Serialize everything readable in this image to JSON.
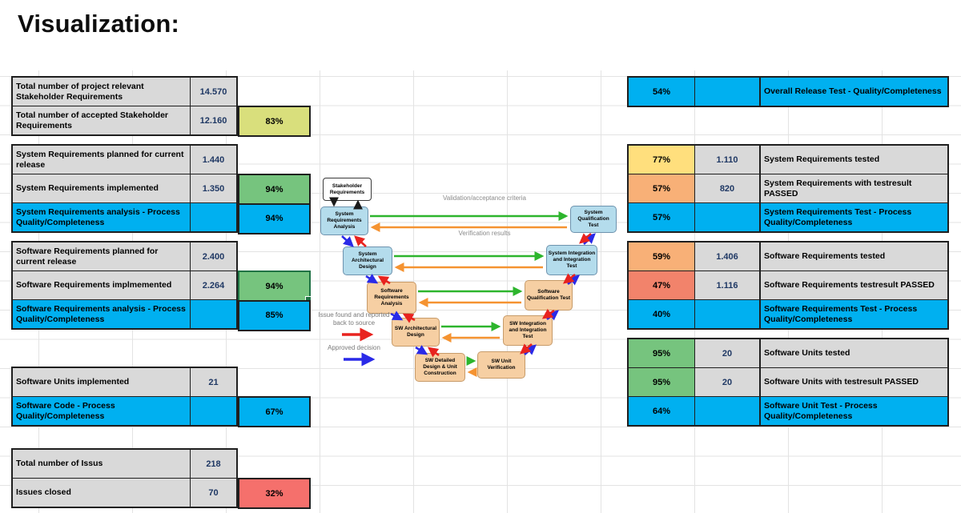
{
  "title": "Visualization:",
  "colors": {
    "cell_blue": "#00b0f0",
    "cell_green": "#76c47e",
    "cell_yellow_green": "#d9df7c",
    "cell_yellow": "#ffdf7d",
    "cell_orange": "#f8b077",
    "cell_salmon": "#f2836b",
    "cell_red": "#f5706c",
    "cell_grey": "#d9d9d9",
    "number_text": "#1f3864",
    "arrow_green": "#2db52d",
    "arrow_orange": "#f59331",
    "arrow_red": "#e8231f",
    "arrow_blue": "#2a2ae8",
    "box_blue": "#b4dcec",
    "box_tan": "#f6cfa3"
  },
  "left": {
    "rows": [
      {
        "label": "Total number of project relevant Stakeholder Requirements",
        "value": "14.570",
        "pct": ""
      },
      {
        "label": "Total number of accepted Stakeholder Requirements",
        "value": "12.160",
        "pct": "83%"
      },
      {
        "label": "System Requirements planned for current release",
        "value": "1.440",
        "pct": ""
      },
      {
        "label": "System Requirements implemented",
        "value": "1.350",
        "pct": "94%"
      },
      {
        "label": "System Requirements analysis - Process Quality/Completeness",
        "value": "",
        "pct": "94%"
      },
      {
        "label": "Software Requirements planned for current release",
        "value": "2.400",
        "pct": ""
      },
      {
        "label": "Software Requirements implmemented",
        "value": "2.264",
        "pct": "94%"
      },
      {
        "label": "Software Requirements analysis - Process Quality/Completeness",
        "value": "",
        "pct": "85%"
      },
      {
        "label": "Software Units implemented",
        "value": "21",
        "pct": ""
      },
      {
        "label": "Software Code - Process Quality/Completeness",
        "value": "",
        "pct": "67%"
      },
      {
        "label": "Total number of Issus",
        "value": "218",
        "pct": ""
      },
      {
        "label": "Issues closed",
        "value": "70",
        "pct": "32%"
      }
    ]
  },
  "right": {
    "rows": [
      {
        "pct": "54%",
        "value": "",
        "label": "Overall Release Test - Quality/Completeness"
      },
      {
        "pct": "77%",
        "value": "1.110",
        "label": "System Requirements tested"
      },
      {
        "pct": "57%",
        "value": "820",
        "label": "System Requirements with testresult PASSED"
      },
      {
        "pct": "57%",
        "value": "",
        "label": "System Requirements Test - Process Quality/Completeness"
      },
      {
        "pct": "59%",
        "value": "1.406",
        "label": "Software Requirements tested"
      },
      {
        "pct": "47%",
        "value": "1.116",
        "label": "Software Requirements testresult PASSED"
      },
      {
        "pct": "40%",
        "value": "",
        "label": "Software Requirements Test - Process Quality/Completeness"
      },
      {
        "pct": "95%",
        "value": "20",
        "label": "Software Units tested"
      },
      {
        "pct": "95%",
        "value": "20",
        "label": "Software Units with testresult PASSED"
      },
      {
        "pct": "64%",
        "value": "",
        "label": "Software Unit Test - Process Quality/Completeness"
      }
    ]
  },
  "diagram": {
    "boxes": [
      {
        "label": "Stakeholder Requirements"
      },
      {
        "label": "System Requirements Analysis"
      },
      {
        "label": "System Qualification Test"
      },
      {
        "label": "System Architectural Design"
      },
      {
        "label": "System Integration and Integration Test"
      },
      {
        "label": "Software Requirements Analysis"
      },
      {
        "label": "Software Qualification Test"
      },
      {
        "label": "SW Architectural Design"
      },
      {
        "label": "SW Integration and Integration Test"
      },
      {
        "label": "SW Detailed Design & Unit Construction"
      },
      {
        "label": "SW Unit Verification"
      }
    ],
    "labels": {
      "criteria": "Validation/acceptance criteria",
      "results": "Verification results",
      "issue_legend": "Issue found and reported back to source",
      "approved_legend": "Approved decision"
    }
  }
}
